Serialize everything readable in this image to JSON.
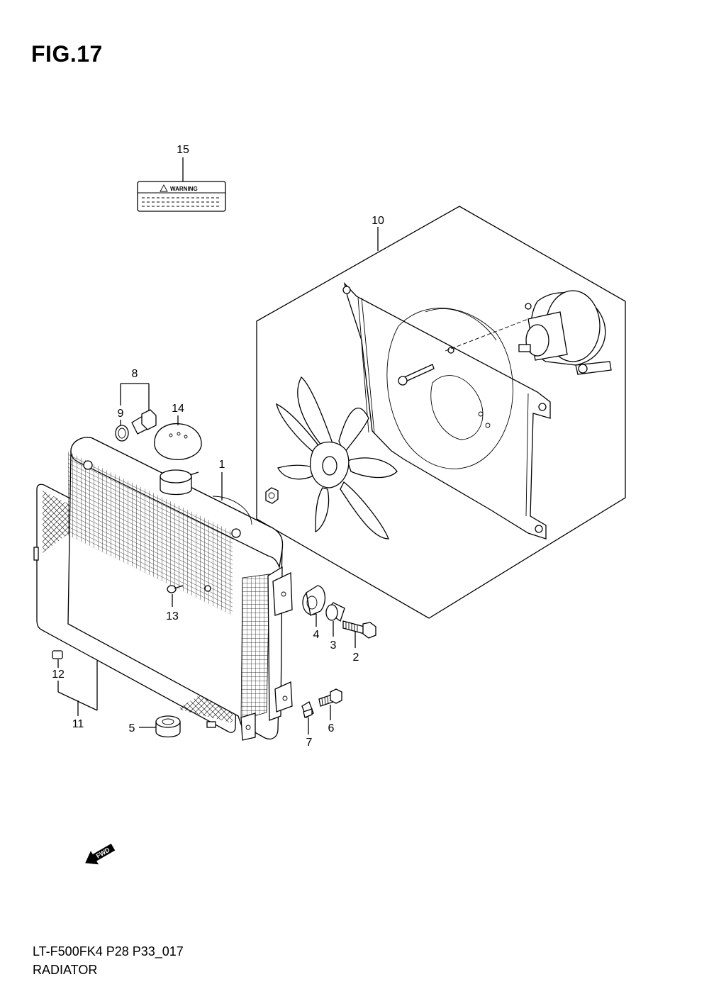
{
  "figure": {
    "title": "FIG.17"
  },
  "footer": {
    "code": "LT-F500FK4 P28 P33_017",
    "name": "RADIATOR"
  },
  "warning_label": {
    "text": "WARNING"
  },
  "direction_arrow": {
    "text": "FWD"
  },
  "callouts": {
    "c1": "1",
    "c2": "2",
    "c3": "3",
    "c4": "4",
    "c5": "5",
    "c6": "6",
    "c7": "7",
    "c8": "8",
    "c9": "9",
    "c10": "10",
    "c11": "11",
    "c12": "12",
    "c13": "13",
    "c14": "14",
    "c15": "15"
  }
}
